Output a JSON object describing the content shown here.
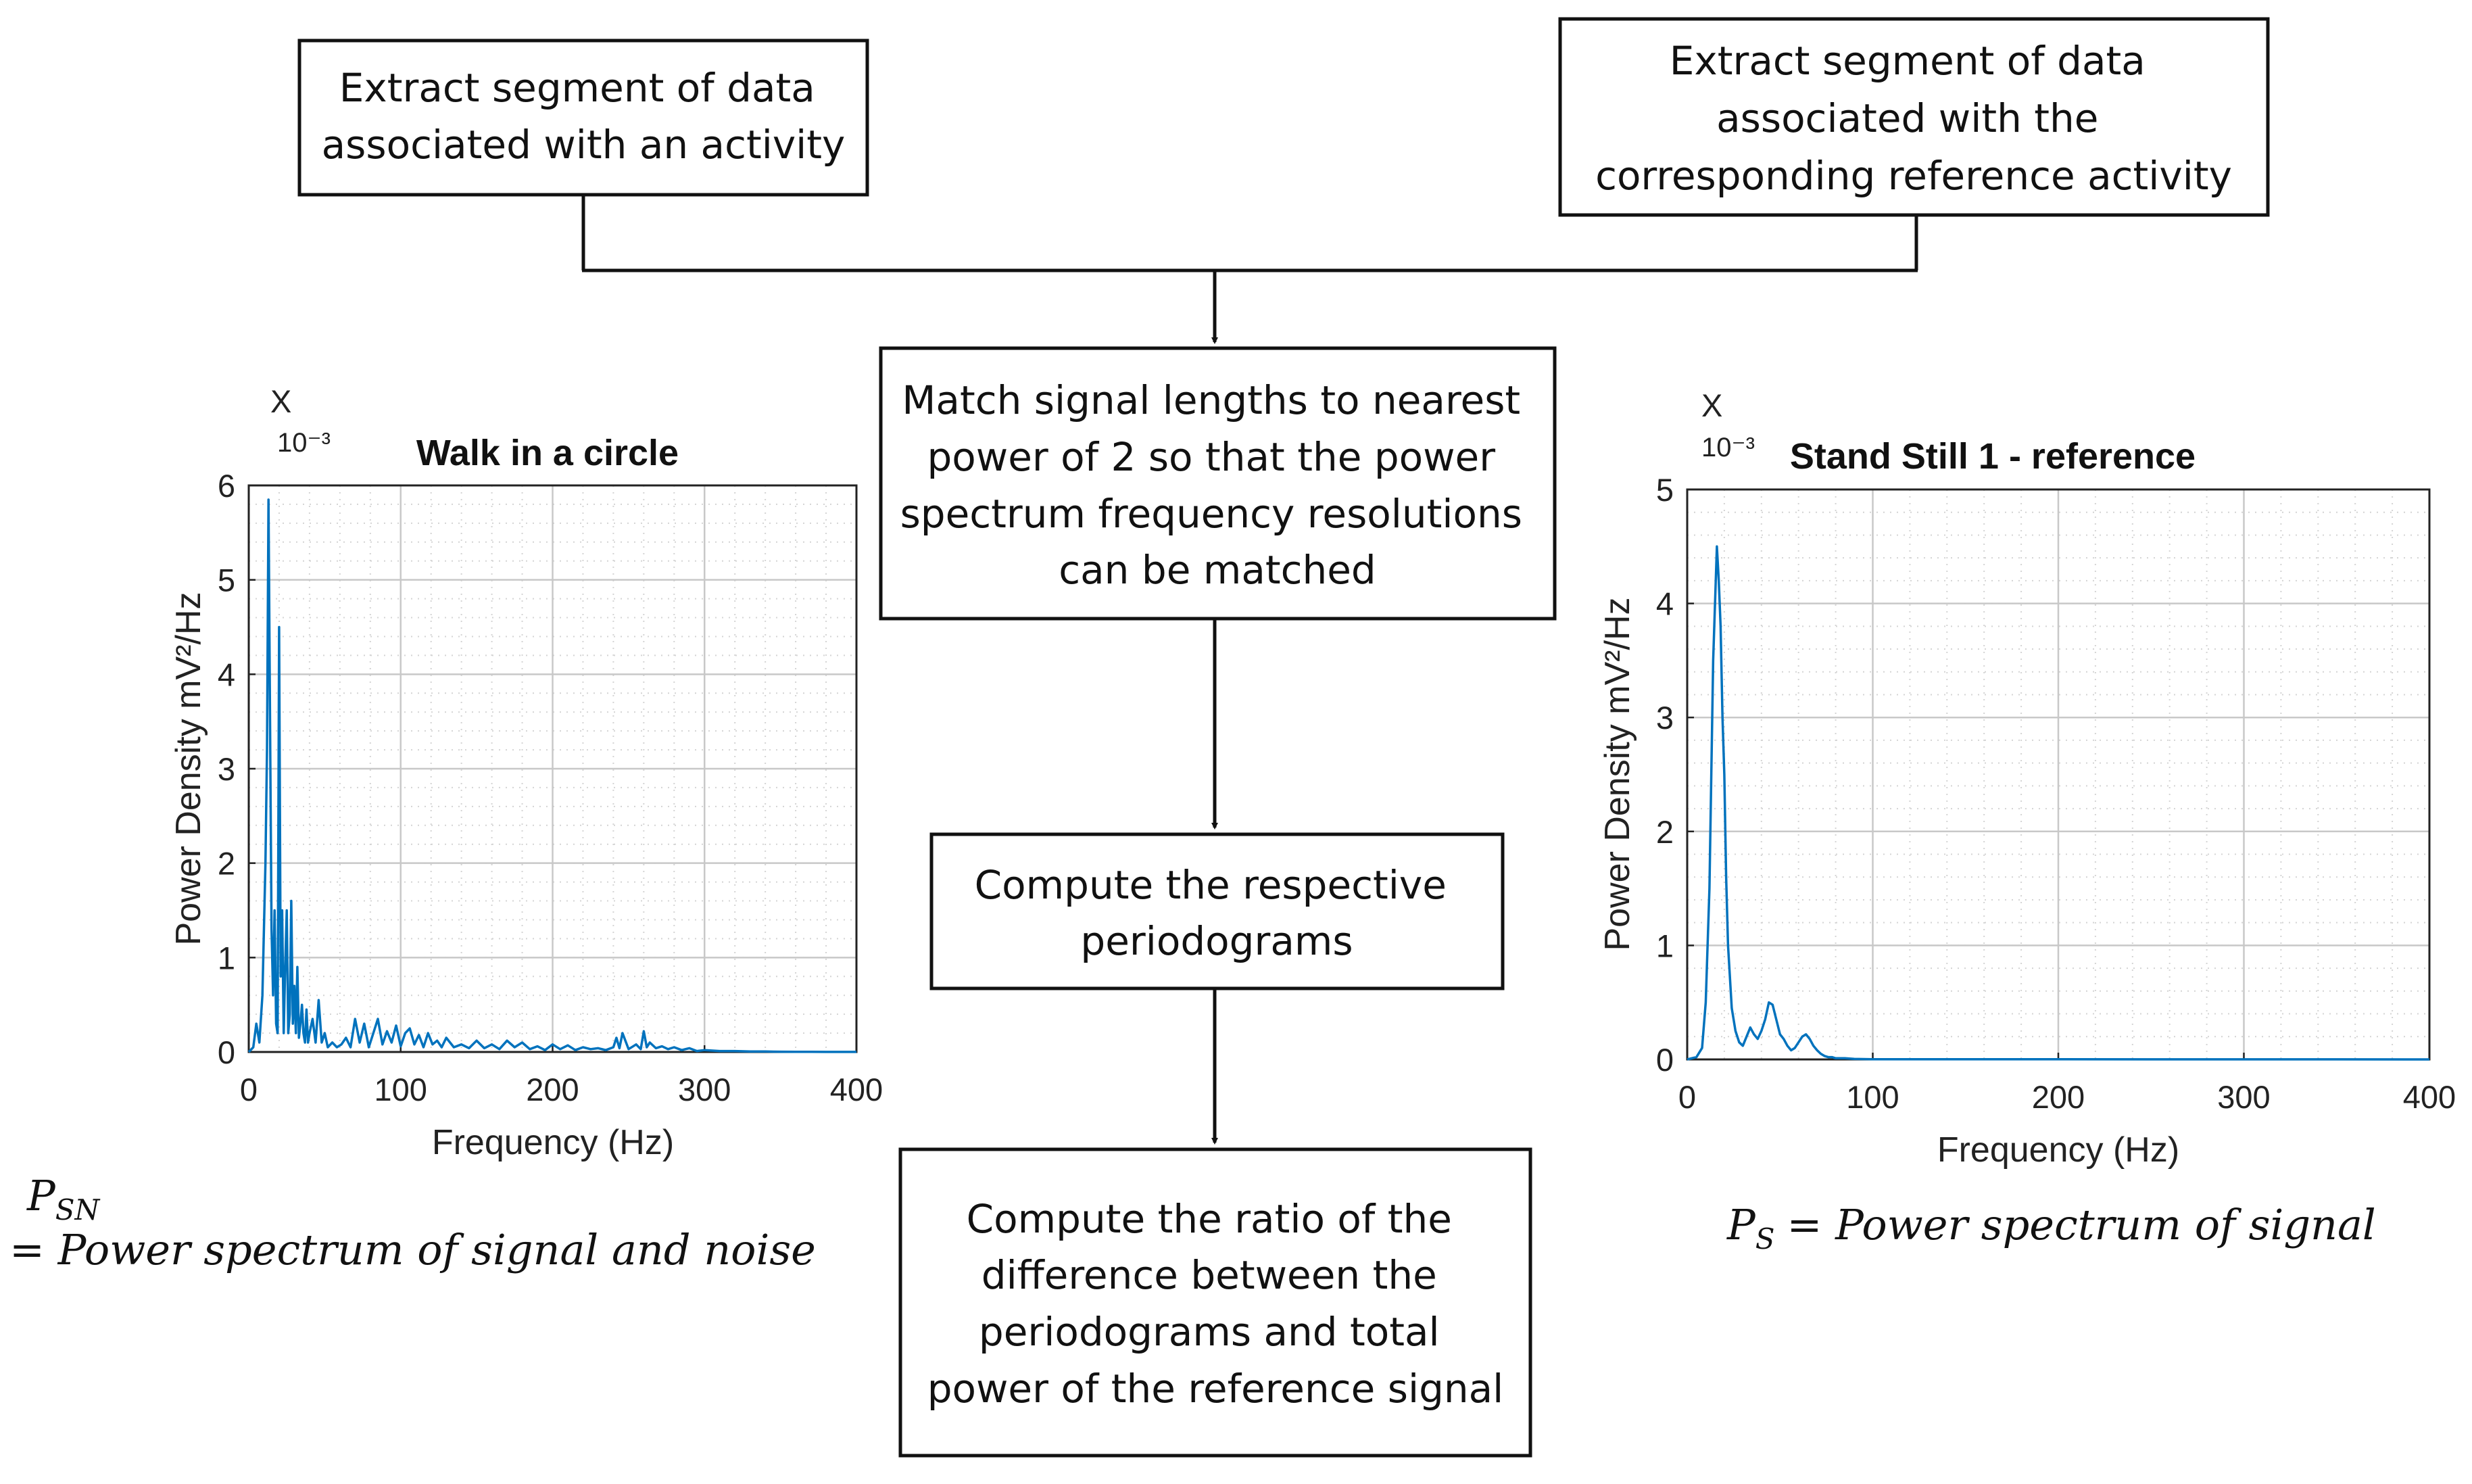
{
  "flowchart": {
    "box_activity": [
      "Extract segment of data",
      "associated with an activity"
    ],
    "box_reference": [
      "Extract segment of data",
      "associated with the",
      "corresponding reference activity"
    ],
    "box_match": [
      "Match signal lengths to nearest",
      "power of 2 so that the power",
      "spectrum frequency resolutions",
      "can be matched"
    ],
    "box_periodograms": [
      "Compute the respective",
      "periodograms"
    ],
    "box_ratio": [
      "Compute the ratio of the",
      "difference between the",
      "periodograms and total",
      "power of the reference signal"
    ]
  },
  "labels": {
    "psn_symbol": "P",
    "psn_sub": "SN",
    "psn_text": "= Power spectrum of signal and noise",
    "ps_symbol": "P",
    "ps_sub": "S",
    "ps_text": "= Power spectrum of signal"
  },
  "colors": {
    "line": "#0072BD",
    "grid": "#d0d0d0",
    "frame": "#222222"
  },
  "chart_data": [
    {
      "type": "line",
      "title": "Walk in a circle",
      "xlabel": "Frequency (Hz)",
      "ylabel": "Power Density mV²/Hz",
      "multiplier_x": "X",
      "multiplier_exp": "10⁻³",
      "xlim": [
        0,
        400
      ],
      "ylim": [
        0,
        6
      ],
      "xticks": [
        "0",
        "100",
        "200",
        "300",
        "400"
      ],
      "yticks": [
        "0",
        "1",
        "2",
        "3",
        "4",
        "5",
        "6"
      ],
      "grid": true,
      "series": [
        {
          "x": [
            0,
            3,
            5,
            7,
            9,
            11,
            12,
            13,
            14,
            15,
            16,
            17,
            18,
            19,
            20,
            21,
            22,
            23,
            24,
            25,
            26,
            27,
            28,
            29,
            30,
            31,
            32,
            33,
            34,
            35,
            36,
            37,
            38,
            39,
            40,
            42,
            44,
            46,
            48,
            50,
            52,
            55,
            58,
            61,
            64,
            67,
            70,
            73,
            76,
            79,
            82,
            85,
            88,
            91,
            94,
            97,
            100,
            103,
            106,
            109,
            112,
            115,
            118,
            121,
            124,
            127,
            130,
            135,
            140,
            145,
            150,
            155,
            160,
            165,
            170,
            175,
            180,
            185,
            190,
            195,
            200,
            205,
            210,
            215,
            220,
            225,
            230,
            235,
            240,
            242,
            244,
            246,
            250,
            255,
            258,
            260,
            262,
            264,
            268,
            272,
            276,
            280,
            285,
            290,
            295,
            300,
            310,
            320,
            330,
            340,
            350,
            360,
            370,
            380,
            390,
            400
          ],
          "y": [
            0,
            0.05,
            0.3,
            0.1,
            0.6,
            2.0,
            3.2,
            5.85,
            3.5,
            1.3,
            0.6,
            1.5,
            0.3,
            0.2,
            4.5,
            0.8,
            1.5,
            0.2,
            0.9,
            1.5,
            0.2,
            0.4,
            1.6,
            0.3,
            0.7,
            0.2,
            0.9,
            0.15,
            0.3,
            0.5,
            0.2,
            0.1,
            0.45,
            0.1,
            0.2,
            0.35,
            0.1,
            0.55,
            0.1,
            0.2,
            0.05,
            0.1,
            0.05,
            0.08,
            0.15,
            0.05,
            0.35,
            0.1,
            0.3,
            0.05,
            0.2,
            0.35,
            0.08,
            0.22,
            0.1,
            0.28,
            0.06,
            0.2,
            0.25,
            0.08,
            0.18,
            0.05,
            0.2,
            0.08,
            0.12,
            0.05,
            0.15,
            0.05,
            0.08,
            0.04,
            0.12,
            0.04,
            0.08,
            0.03,
            0.12,
            0.05,
            0.1,
            0.03,
            0.06,
            0.02,
            0.08,
            0.03,
            0.07,
            0.02,
            0.05,
            0.03,
            0.04,
            0.02,
            0.05,
            0.15,
            0.04,
            0.2,
            0.03,
            0.08,
            0.03,
            0.22,
            0.05,
            0.1,
            0.04,
            0.06,
            0.03,
            0.05,
            0.02,
            0.04,
            0.01,
            0.02,
            0.01,
            0.01,
            0.005,
            0.005,
            0.003,
            0.002,
            0.002,
            0.001,
            0.001,
            0.001
          ]
        }
      ]
    },
    {
      "type": "line",
      "title": "Stand Still 1 - reference",
      "xlabel": "Frequency (Hz)",
      "ylabel": "Power Density mV²/Hz",
      "multiplier_x": "X",
      "multiplier_exp": "10⁻³",
      "xlim": [
        0,
        400
      ],
      "ylim": [
        0,
        5
      ],
      "xticks": [
        "0",
        "100",
        "200",
        "300",
        "400"
      ],
      "yticks": [
        "0",
        "1",
        "2",
        "3",
        "4",
        "5"
      ],
      "grid": true,
      "series": [
        {
          "x": [
            0,
            5,
            8,
            10,
            12,
            14,
            16,
            17,
            18,
            19,
            20,
            21,
            22,
            24,
            26,
            28,
            30,
            32,
            34,
            36,
            38,
            40,
            42,
            44,
            46,
            48,
            50,
            52,
            54,
            56,
            58,
            60,
            62,
            64,
            66,
            68,
            70,
            72,
            74,
            76,
            78,
            80,
            85,
            90,
            100,
            150,
            200,
            250,
            300,
            350,
            400
          ],
          "y": [
            0,
            0.02,
            0.1,
            0.5,
            1.5,
            3.5,
            4.5,
            4.2,
            3.8,
            3.0,
            2.5,
            1.6,
            1.0,
            0.45,
            0.25,
            0.15,
            0.12,
            0.2,
            0.28,
            0.22,
            0.18,
            0.25,
            0.35,
            0.5,
            0.48,
            0.35,
            0.22,
            0.18,
            0.12,
            0.08,
            0.1,
            0.15,
            0.2,
            0.22,
            0.18,
            0.12,
            0.08,
            0.05,
            0.03,
            0.02,
            0.02,
            0.01,
            0.01,
            0.005,
            0.002,
            0.001,
            0.001,
            0.0005,
            0.0005,
            0.0003,
            0.0002
          ]
        }
      ]
    }
  ]
}
